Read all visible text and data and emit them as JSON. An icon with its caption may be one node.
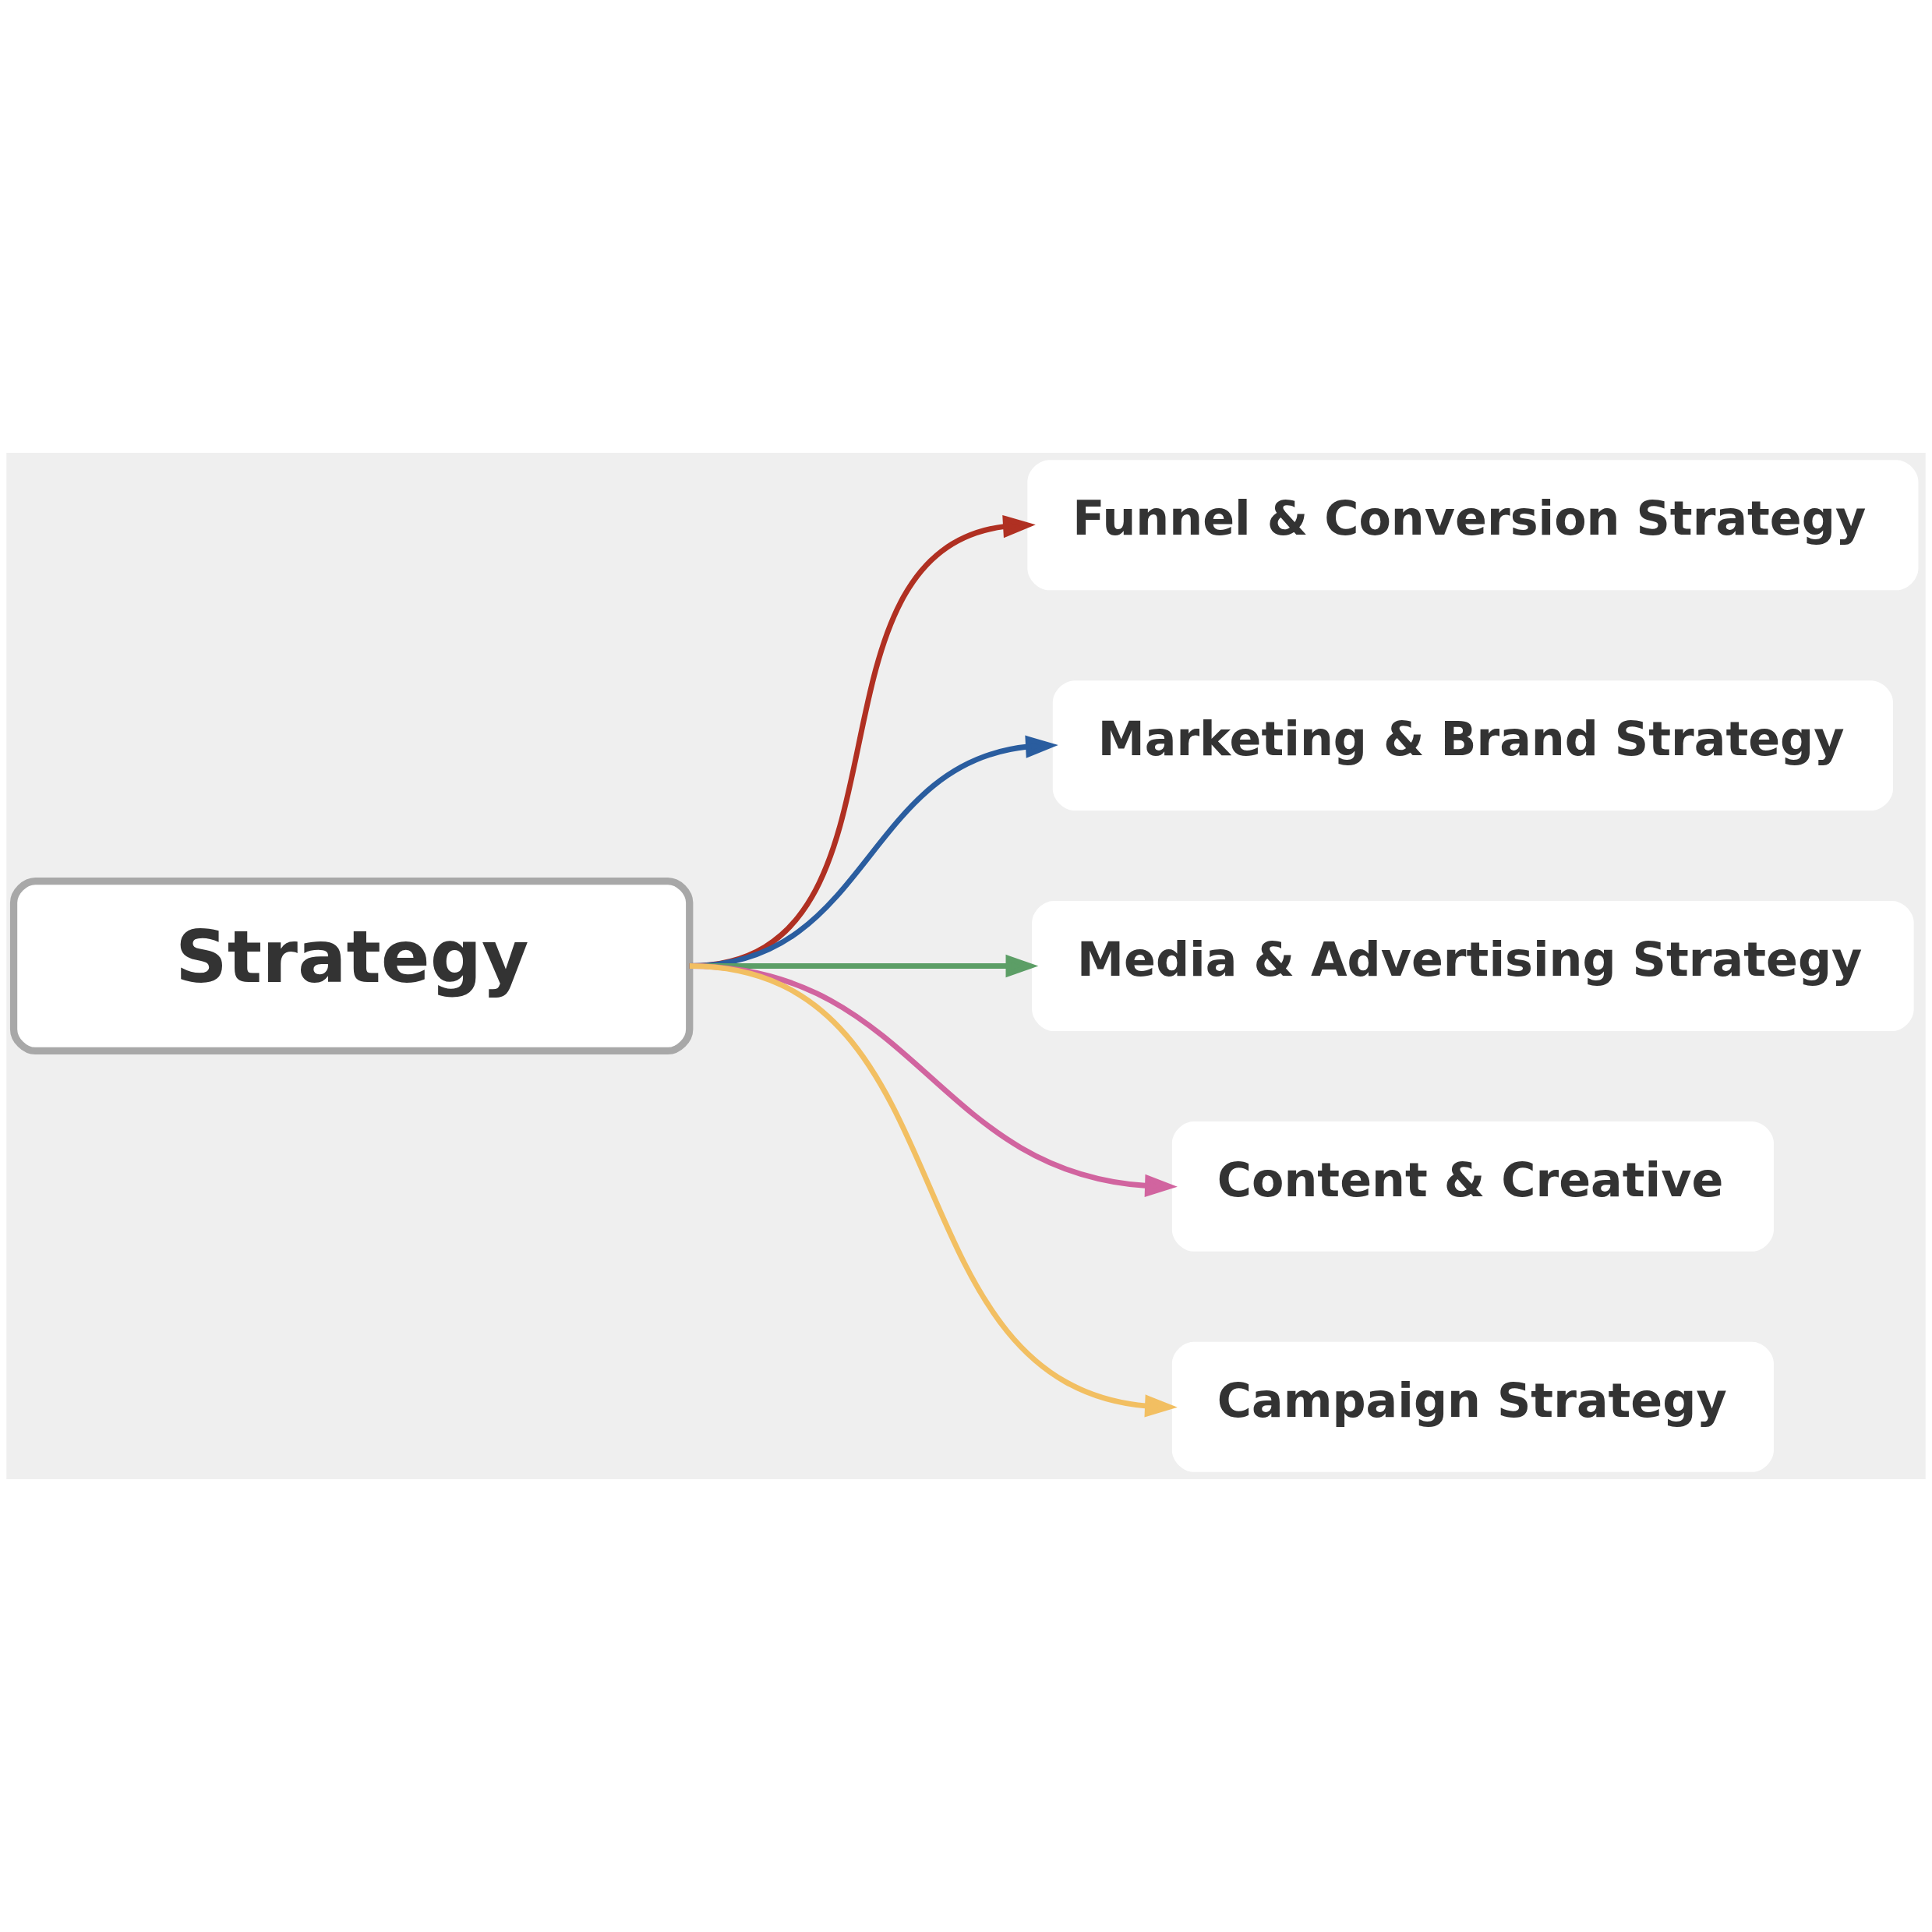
{
  "diagram": {
    "nodes": [
      {
        "text": [
          "Strategy"
        ]
      },
      {
        "text": [
          "Funnel & Conversion Strategy"
        ]
      },
      {
        "text": [
          "Marketing & Brand Strategy"
        ]
      },
      {
        "text": [
          "Media & Advertising Strategy"
        ]
      },
      {
        "text": [
          "Content & Creative"
        ]
      },
      {
        "text": [
          "Campaign Strategy"
        ]
      }
    ],
    "edges": [
      {
        "from": 0,
        "to": 1,
        "arrow": "to",
        "color": "#b03022"
      },
      {
        "from": 0,
        "to": 2,
        "arrow": "to",
        "color": "#2a5d9f"
      },
      {
        "from": 0,
        "to": 3,
        "arrow": "to",
        "color": "#5c9e66"
      },
      {
        "from": 0,
        "to": 4,
        "arrow": "to",
        "color": "#d1649f"
      },
      {
        "from": 0,
        "to": 5,
        "arrow": "to",
        "color": "#f2bf62"
      }
    ]
  }
}
